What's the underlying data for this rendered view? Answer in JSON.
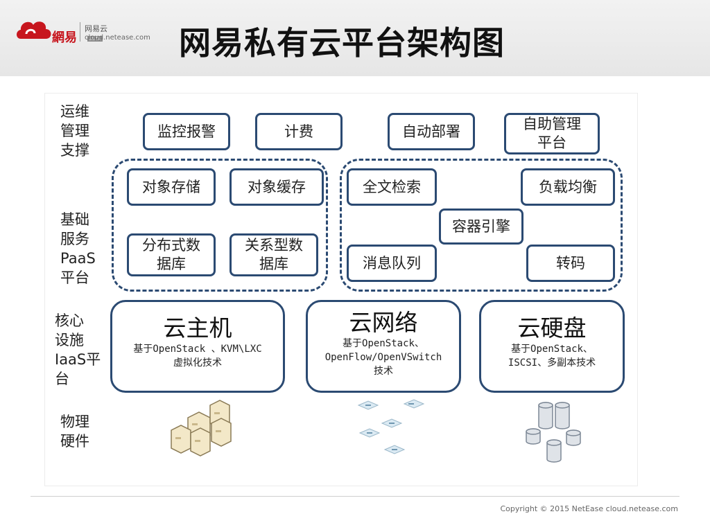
{
  "logo": {
    "brand_cn": "網易",
    "product": "网易云",
    "badge": "BETA",
    "url": "cloud.netease.com"
  },
  "title": "网易私有云平台架构图",
  "layers": {
    "ops": "运维\n管理\n支撑",
    "paas": "基础\n服务\nPaaS\n平台",
    "iaas": "核心\n设施\nIaaS平\n台",
    "hardware": "物理\n硬件"
  },
  "ops_boxes": [
    "监控报警",
    "计费",
    "自动部署",
    "自助管理\n平台"
  ],
  "paas_left": [
    "对象存储",
    "对象缓存",
    "分布式数\n据库",
    "关系型数\n据库"
  ],
  "paas_right": [
    "全文检索",
    "负载均衡",
    "容器引擎",
    "消息队列",
    "转码"
  ],
  "core": [
    {
      "title": "云主机",
      "desc": "基于OpenStack 、KVM\\LXC\n虚拟化技术"
    },
    {
      "title": "云网络",
      "desc": "基于OpenStack、\nOpenFlow/OpenVSwitch\n技术"
    },
    {
      "title": "云硬盘",
      "desc": "基于OpenStack、\nISCSI、多副本技术"
    }
  ],
  "hardware_icons": [
    "server-cluster-icon",
    "network-switches-icon",
    "storage-disks-icon"
  ],
  "colors": {
    "border": "#2b4a72",
    "brand_red": "#c7161e"
  },
  "copyright": "Copyright ©  2015  NetEase  cloud.netease.com"
}
